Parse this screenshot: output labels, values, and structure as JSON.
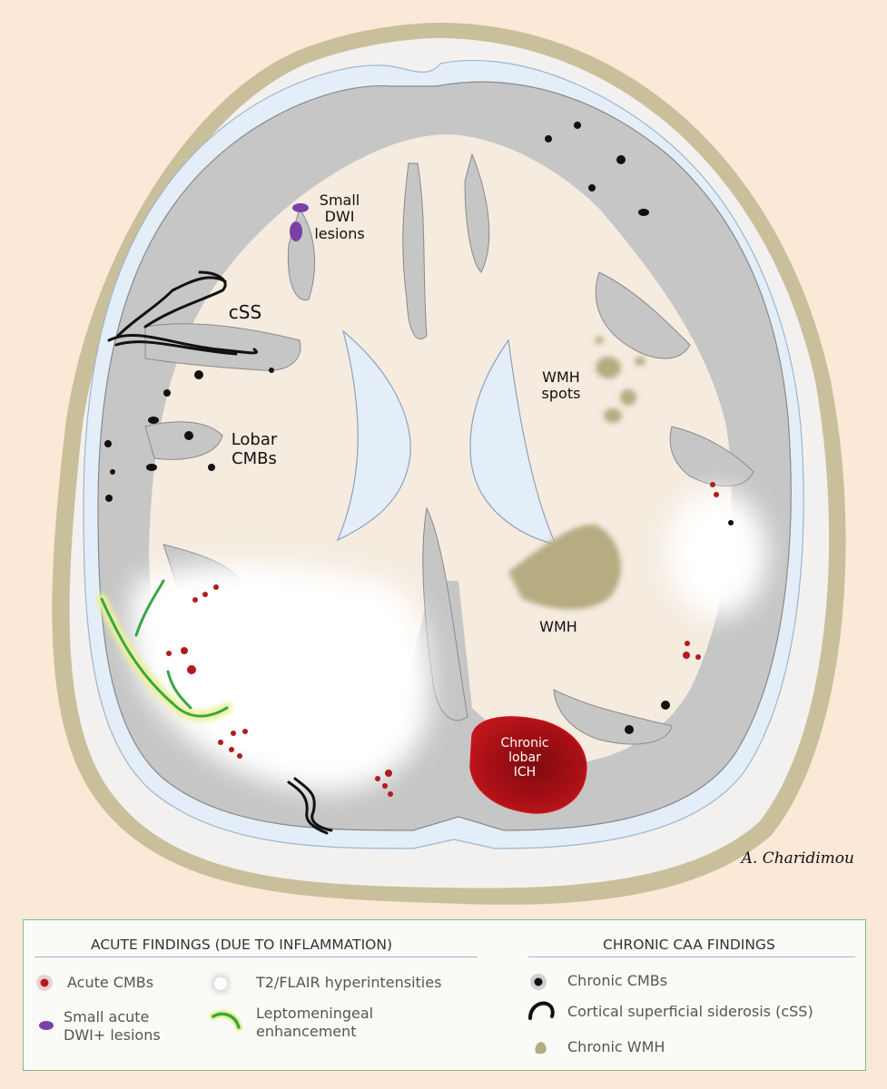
{
  "labels": {
    "small_dwi": "Small\nDWI\nlesions",
    "css": "cSS",
    "wmh_spots": "WMH\nspots",
    "lobar_cmbs": "Lobar\nCMBs",
    "wmh": "WMH",
    "ich": "Chronic\nlobar\nICH"
  },
  "signature": "A. Charidimou",
  "legend": {
    "acute_title": "ACUTE FINDINGS (DUE TO INFLAMMATION)",
    "chronic_title": "CHRONIC CAA FINDINGS",
    "acute_cmbs": "Acute CMBs",
    "t2_flair": "T2/FLAIR hyperintensities",
    "dwi": "Small acute\nDWI+ lesions",
    "lepto": "Leptomeningeal\nenhancement",
    "chronic_cmbs": "Chronic  CMBs",
    "css": "Cortical superficial siderosis (cSS)",
    "chronic_wmh": "Chronic WMH"
  },
  "colors": {
    "background": "#fbe8d6",
    "skull": "#c9bf9a",
    "csf": "#e3eef8",
    "cortex": "#c6c6c6",
    "white_matter": "#f5ebdf",
    "acute_cmb": "#b01c1c",
    "chronic_cmb": "#111111",
    "dwi": "#7b3fa8",
    "lepto": "#3aa546",
    "wmh": "#b5ac82",
    "ich": "#a50f15"
  }
}
